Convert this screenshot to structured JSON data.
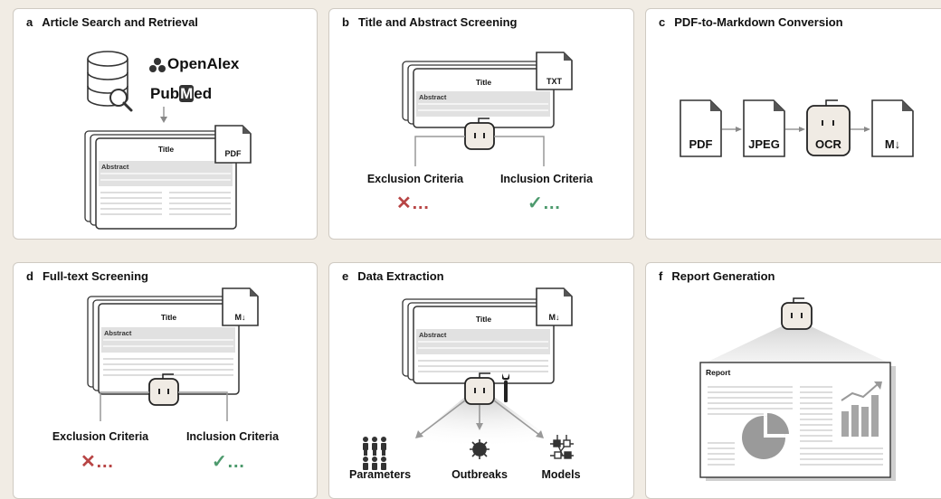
{
  "panels": {
    "a": {
      "letter": "a",
      "title": "Article Search and Retrieval",
      "source1": "OpenAlex",
      "source2_pre": "Pub",
      "source2_mid": "M",
      "source2_post": "ed",
      "doc_title": "Title",
      "doc_abstract": "Abstract",
      "file_tag": "PDF"
    },
    "b": {
      "letter": "b",
      "title": "Title and Abstract Screening",
      "doc_title": "Title",
      "doc_abstract": "Abstract",
      "file_tag": "TXT",
      "exclusion": "Exclusion Criteria",
      "inclusion": "Inclusion Criteria",
      "ex_mark": "✕…",
      "in_mark": "✓…"
    },
    "c": {
      "letter": "c",
      "title": "PDF-to-Markdown Conversion",
      "step1": "PDF",
      "step2": "JPEG",
      "step3": "OCR",
      "step4": "M↓"
    },
    "d": {
      "letter": "d",
      "title": "Full-text Screening",
      "doc_title": "Title",
      "doc_abstract": "Abstract",
      "file_tag": "M↓",
      "exclusion": "Exclusion Criteria",
      "inclusion": "Inclusion Criteria",
      "ex_mark": "✕…",
      "in_mark": "✓…"
    },
    "e": {
      "letter": "e",
      "title": "Data Extraction",
      "doc_title": "Title",
      "doc_abstract": "Abstract",
      "file_tag": "M↓",
      "out1": "Parameters",
      "out2": "Outbreaks",
      "out3": "Models"
    },
    "f": {
      "letter": "f",
      "title": "Report Generation",
      "report_label": "Report"
    }
  },
  "colors": {
    "background": "#f1ece4",
    "robot": "#f0ebe4",
    "exclude": "#b84545",
    "include": "#4d9a6d",
    "abstract_band": "#e1e1e1"
  },
  "icons": [
    "database-search-icon",
    "openalex-logo",
    "pubmed-logo",
    "pdf-file-icon",
    "txt-file-icon",
    "markdown-file-icon",
    "jpeg-file-icon",
    "robot-icon",
    "wrench-icon",
    "people-icon",
    "virus-icon",
    "network-icon",
    "pie-chart-icon",
    "bar-chart-icon",
    "trend-arrow-icon"
  ]
}
